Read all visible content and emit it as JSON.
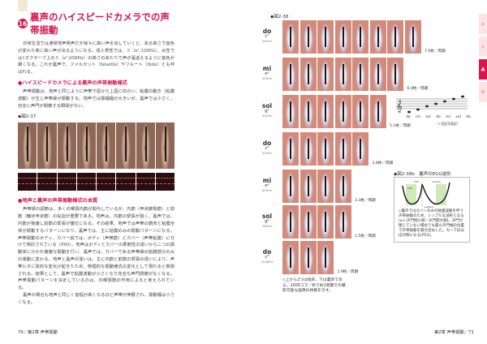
{
  "left": {
    "section_number": "16",
    "title": "裏声のハイスピードカメラでの声帯振動",
    "intro": "日常生活では通常地声発声だが徐々に高い声を出していくと、ある高さで音色が変わり楽に高い声が出るようになる。成人男性では、ミ（e¹,329Hz）、女性では1オクターブ上のミ（e²,658Hz）の高さのあたりで声が裏返えるように音色が細くなる。これが裏声で、ファルセット（falsetto）やフルート（flute）とも呼ばれる。",
    "heading1": "●ハイスピードカメラによる裏声の声帯振動様式",
    "para1": "声帯振動は、地声と同じように声帯下唇から上唇に向かい、粘膜の動き（粘膜波動）が生じ声帯縁が振動する。地声では振幅幅が大きいが、裏声では小さく、完全に声門が閉鎖する瞬間がない。",
    "figure1_label": "◆図2-37",
    "heading2": "●地声と裏声の声帯振動様式の本質",
    "para2": "声帯振の調節は、多くの喉頭内筋が関与しているが、内筋（甲状披裂筋）と前筋（輪状甲状筋）の役割が重要である。地声は、内筋の緊張が強く、裏声では、内筋が弛緩し前筋の緊張が優位になる。その結果、地声では声帯の筋肉と粘膜全体が振動するパターンになり、裏声では、主に粘膜のみの振動パターンになる。声帯振動のボディ、カバー説では、ボディ（声帯筋）とカバー（声帯粘膜）に分けて検討されている（P60）。地声はボディとカバーの柔軟性の違いから二つの振動体に分かれ複雑な振動を行い、裏声では、カバーである声帯縁の粘膜部分のみの運動に変わる。地声と裏声の違いは、主に内筋と前筋の緊張の違いにより、声帯ヒダに質的な変化が起きたため、物理的な振動様式の変化として現れると推測される。結果として、裏声で粘膜波動が小さくなり完全な声門閉鎖がなくなる。声帯振動パターンを決定しているのは、内喉頭筋の作用によると考えられている。",
    "para3": "裏声の場合も地声と同じく音程が高くなるほど声帯が伸展され、振動幅は小さくなる。",
    "footer": "70／第2章 声帯振動"
  },
  "right": {
    "figure2_label": "◆図2-38",
    "rows": [
      {
        "solfege": "do",
        "pitch": "c¹",
        "hz": "261Hz",
        "frames": 8,
        "rate": "7.6枚／周期"
      },
      {
        "solfege": "mi",
        "pitch": "e¹",
        "hz": "329Hz",
        "frames": 7,
        "rate": "6.0枚／周期"
      },
      {
        "solfege": "sol",
        "pitch": "g¹",
        "hz": "392Hz",
        "frames": 6,
        "rate": "5.1枚／周期"
      },
      {
        "solfege": "do",
        "pitch": "c²",
        "hz": "523Hz",
        "frames": 5,
        "rate": "3.8枚／周期"
      },
      {
        "solfege": "mi",
        "pitch": "e²",
        "hz": "659Hz",
        "frames": 4,
        "rate": "3.3枚／周期"
      },
      {
        "solfege": "sol",
        "pitch": "g²",
        "hz": "784Hz",
        "frames": 4,
        "rate": "2.5枚／周期"
      },
      {
        "solfege": "do",
        "pitch": "c³",
        "hz": "1046Hz",
        "frames": 3,
        "rate": "1.9枚／周期"
      }
    ],
    "staff_notes": [
      "do",
      "mi",
      "sol",
      "do",
      "mi",
      "sol",
      "do"
    ],
    "staff_note": "（ト音記号表記）",
    "figure_caption": "◇上から2つは地声、下は裏声である。2000コマ／秒で約1周期での撮影可能な画像の枚数を示す。",
    "egg_label": "◆図2-38b　裏声のEGG波形",
    "egg_caption": "◇裏声ではカバーのみの粘膜波動を伴う声帯振動のため、シンプルな波形となる(a-c:声門閉小期・声門開大期)。声門が閉じていない場合でも最小声門幅の位置で声帯振動を最大近似した。カーブはほぼ対称になる(P53)。",
    "egg_marks": [
      "CR1",
      "CR2",
      "closing",
      "opening"
    ],
    "footer": "第2章 声帯振動／71",
    "side_tabs": [
      "♠",
      "♦",
      "♣",
      "♥"
    ]
  },
  "colors": {
    "accent": "#d8144f"
  }
}
